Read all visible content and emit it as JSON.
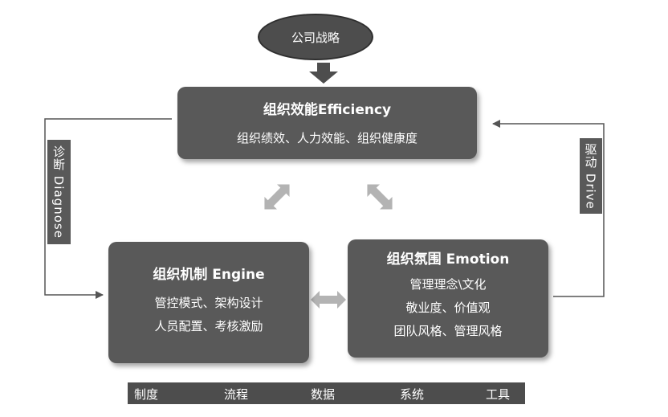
{
  "strategy": {
    "label": "公司战略"
  },
  "efficiency": {
    "title": "组织效能Efficiency",
    "subtitle": "组织绩效、人力效能、组织健康度"
  },
  "engine": {
    "title": "组织机制 Engine",
    "lines": [
      "管控模式、架构设计",
      "人员配置、考核激励"
    ]
  },
  "emotion": {
    "title": "组织氛围 Emotion",
    "lines": [
      "管理理念\\文化",
      "敬业度、价值观",
      "团队风格、管理风格"
    ]
  },
  "left_label": "诊断 Diagnose",
  "right_label": "驱动 Drive",
  "foundation": [
    "制度",
    "流程",
    "数据",
    "系统",
    "工具"
  ],
  "colors": {
    "box_fill": "#595959",
    "arrow_gray": "#b3b3b3",
    "line": "#555555"
  }
}
